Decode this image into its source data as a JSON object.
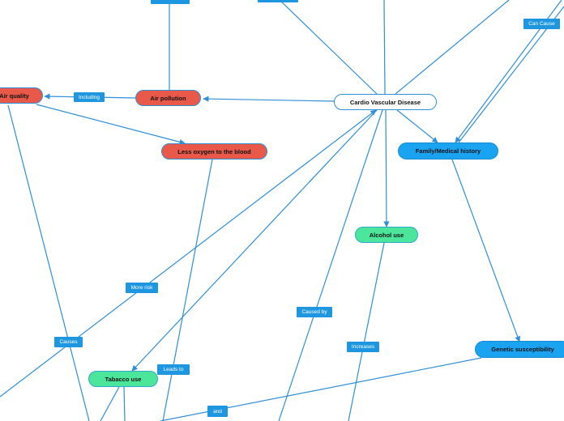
{
  "diagram": {
    "nodes": {
      "air_quality": "Air quality",
      "air_pollution": "Air pollution",
      "less_oxygen": "Less oxygen to the blood",
      "cardio": "Cardio Vascular Disease",
      "family_history": "Family/Medical history",
      "alcohol": "Alcohol use",
      "genetic": "Genetic susceptibility",
      "tobacco": "Tabacco use"
    },
    "links": {
      "including": "Including",
      "can_cause": "Can Cause",
      "more_risk": "More risk",
      "causes": "Causes",
      "caused_by": "Caused by",
      "increases": "Increases",
      "leads_to": "Leads to",
      "and": "and"
    },
    "colors": {
      "edge": "#2f8fd8",
      "red_node": "#e8594a",
      "blue_node": "#1aa3f0",
      "green_node": "#4be69b",
      "label_bg": "#1f97e0"
    }
  }
}
